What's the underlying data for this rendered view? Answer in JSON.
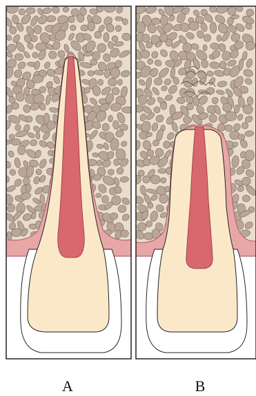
{
  "figure": {
    "panels": [
      {
        "id": "A",
        "label": "A",
        "variant": "full-length-root"
      },
      {
        "id": "B",
        "label": "B",
        "variant": "shortened-root-with-resorption"
      }
    ],
    "colors": {
      "bone_fill": "#e8dccd",
      "bone_trabecula": "#b9a697",
      "bone_trabecula_stroke": "#7a6a5e",
      "ligament": "#e7a7a6",
      "ligament_stroke": "#b06a6c",
      "dentin": "#fbe8c8",
      "pulp": "#d9676e",
      "enamel": "#ffffff",
      "outline": "#222222"
    }
  }
}
